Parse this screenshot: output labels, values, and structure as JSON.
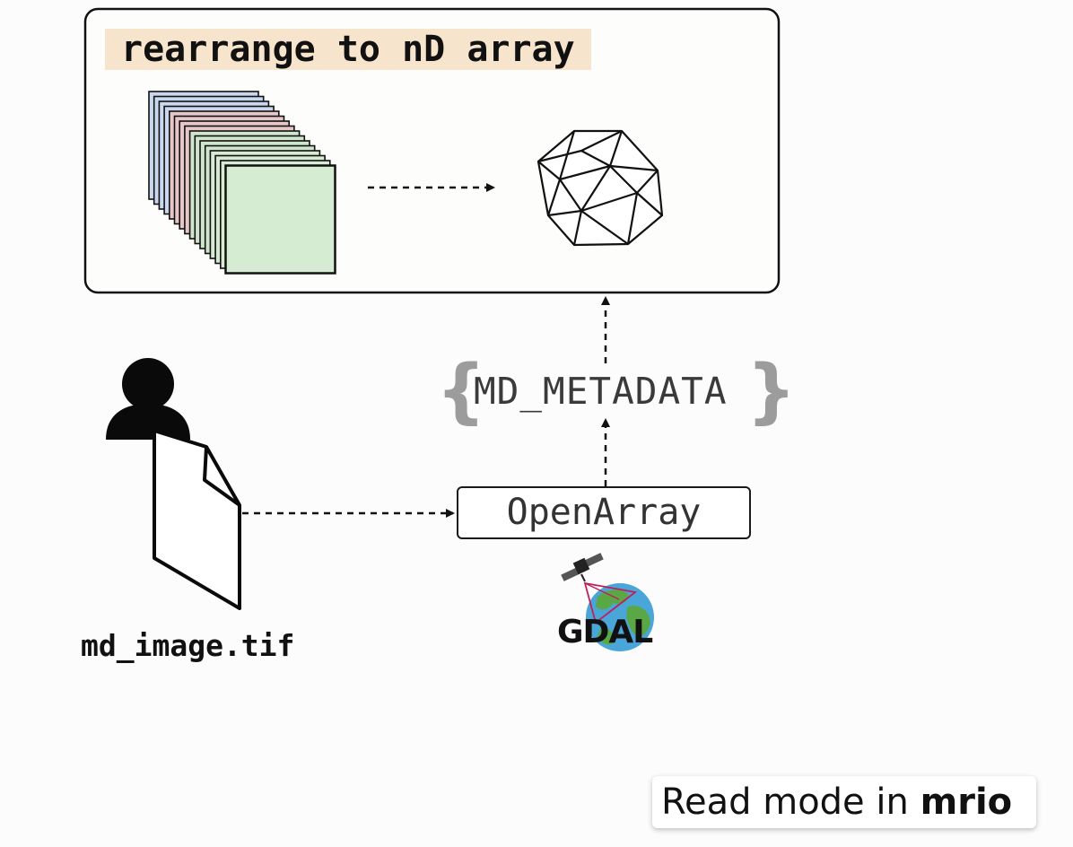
{
  "panel": {
    "title": "rearrange to nD array"
  },
  "metadata": {
    "open_brace": "{",
    "label": "MD_METADATA",
    "close_brace": "}"
  },
  "open_array": {
    "label": "OpenArray"
  },
  "file": {
    "name": "md_image.tif"
  },
  "gdal": {
    "logo_text": "GDAL"
  },
  "caption": {
    "prefix": "Read mode in ",
    "emphasis": "mrio"
  },
  "icons": [
    "user-icon",
    "file-icon",
    "image-stack-icon",
    "polyhedron-icon",
    "satellite-icon",
    "globe-icon"
  ],
  "colors": {
    "title_highlight": "#f7e4cc",
    "stack_colors": [
      "#c9d8ee",
      "#e6c6c6",
      "#cfe6cd",
      "#d7ead3"
    ],
    "front_layer": "#d6ecd2",
    "brace_gray": "#9c9c9c",
    "globe_blue": "#4aa6d8",
    "globe_green": "#5aa845",
    "survey_line": "#c0205a"
  }
}
